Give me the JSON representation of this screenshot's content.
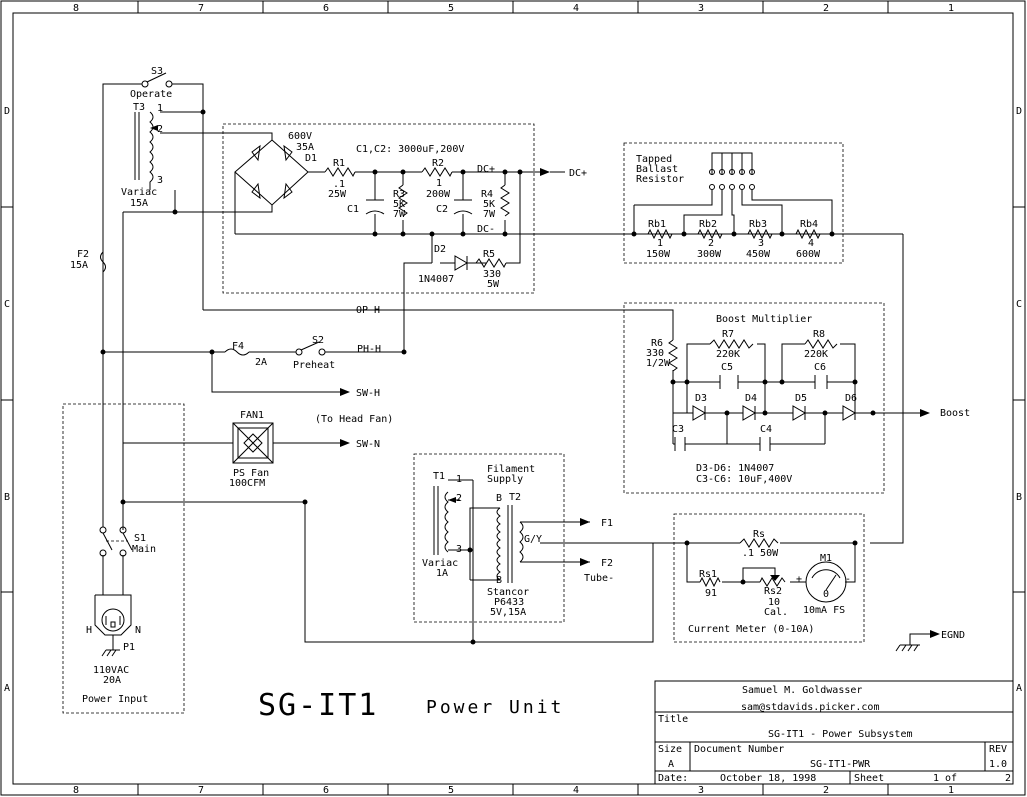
{
  "border": {
    "cols": [
      "8",
      "7",
      "6",
      "5",
      "4",
      "3",
      "2",
      "1"
    ],
    "rows": [
      "D",
      "C",
      "B",
      "A"
    ]
  },
  "title": {
    "main": "SG-IT1",
    "sub": "Power Unit"
  },
  "title_block": {
    "author": "Samuel M. Goldwasser",
    "email": "sam@stdavids.picker.com",
    "title_label": "Title",
    "title_value": "SG-IT1 - Power Subsystem",
    "size_label": "Size",
    "size_value": "A",
    "docnum_label": "Document Number",
    "docnum_value": "SG-IT1-PWR",
    "rev_label": "REV",
    "rev_value": "1.0",
    "date_label": "Date:",
    "date_value": "October 18, 1998",
    "sheet_label": "Sheet",
    "sheet_value": "1 of",
    "sheet_total": "2"
  },
  "labels": {
    "s3": "S3",
    "operate": "Operate",
    "t3": "T3",
    "t3_1": "1",
    "t3_2": "2",
    "t3_3": "3",
    "variac15a": "Variac",
    "variac15a_b": "15A",
    "v600": "600V",
    "a35": "35A",
    "d1": "D1",
    "c1c2": "C1,C2: 3000uF,200V",
    "r1": "R1",
    "r1v": ".1",
    "r1w": "25W",
    "r2": "R2",
    "r2v": "1",
    "r2w": "200W",
    "r3": "R3",
    "r3v": "5K",
    "r3w": "7W",
    "r4": "R4",
    "r4v": "5K",
    "r4w": "7W",
    "c1": "C1",
    "c2": "C2",
    "dcp": "DC+",
    "dcm": "DC-",
    "dcp_out": "DC+",
    "d2": "D2",
    "d2v": "1N4007",
    "r5": "R5",
    "r5v": "330",
    "r5w": "5W",
    "f2": "F2",
    "f2v": "15A",
    "tapped1": "Tapped",
    "tapped2": "Ballast",
    "tapped3": "Resistor",
    "rb1": "Rb1",
    "rb1n": "1",
    "rb1w": "150W",
    "rb2": "Rb2",
    "rb2n": "2",
    "rb2w": "300W",
    "rb3": "Rb3",
    "rb3n": "3",
    "rb3w": "450W",
    "rb4": "Rb4",
    "rb4n": "4",
    "rb4w": "600W",
    "oph": "OP-H",
    "f4": "F4",
    "f4v": "2A",
    "s2": "S2",
    "preheat": "Preheat",
    "phh": "PH-H",
    "swh": "SW-H",
    "swn": "SW-N",
    "tohead": "(To Head Fan)",
    "fan1": "FAN1",
    "psfan": "PS Fan",
    "cfm": "100CFM",
    "boostmult": "Boost Multiplier",
    "r6": "R6",
    "r6v": "330",
    "r6w": "1/2W",
    "r7": "R7",
    "r7v": "220K",
    "r8": "R8",
    "r8v": "220K",
    "c5": "C5",
    "c6": "C6",
    "c3": "C3",
    "c4": "C4",
    "d3": "D3",
    "d4": "D4",
    "d5": "D5",
    "d6": "D6",
    "boost": "Boost",
    "d3d6": "D3-D6: 1N4007",
    "c3c6": "C3-C6: 10uF,400V",
    "t1": "T1",
    "t1_1": "1",
    "t1_2": "2",
    "t1_3": "3",
    "variac1a": "Variac",
    "variac1a_b": "1A",
    "fil1": "Filament",
    "fil2": "Supply",
    "t2": "T2",
    "tb1": "B",
    "tb2": "B",
    "gy": "G/Y",
    "stancor": "Stancor",
    "p6433": "P6433",
    "v5": "5V,15A",
    "f1out": "F1",
    "f2out": "F2",
    "tube": "Tube-",
    "rs": "Rs",
    "rsv": ".1 50W",
    "rs1": "Rs1",
    "rs1v": "91",
    "rs2": "Rs2",
    "rs2v": "10",
    "rs2c": "Cal.",
    "m1": "M1",
    "m1v": "10mA FS",
    "m1z": "0",
    "curmeter": "Current Meter (0-10A)",
    "egnd": "EGND",
    "s1": "S1",
    "main": "Main",
    "plug_h": "H",
    "plug_n": "N",
    "p1": "P1",
    "vac": "110VAC",
    "a20": "20A",
    "powerinput": "Power Input"
  }
}
